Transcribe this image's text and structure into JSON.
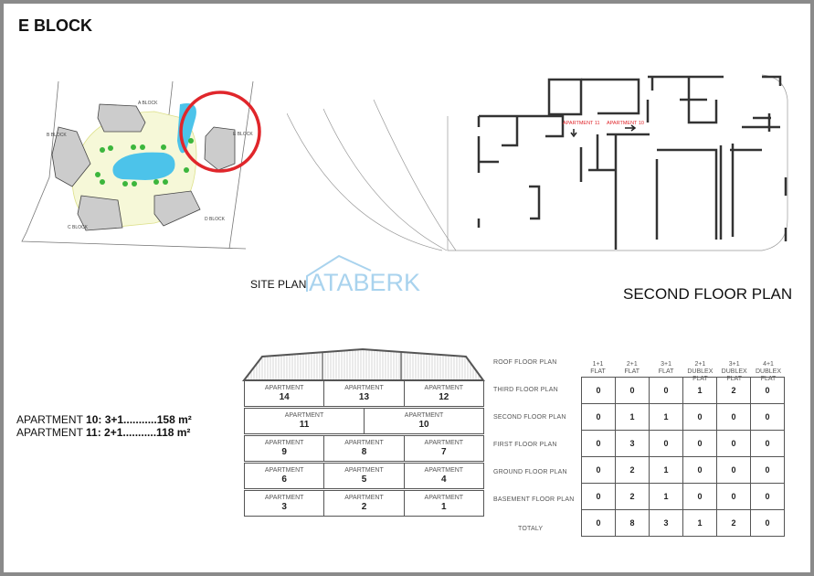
{
  "title": "E BLOCK",
  "site_plan": {
    "label": "SITE PLAN",
    "blocks": [
      "A BLOCK",
      "B BLOCK",
      "C BLOCK",
      "D BLOCK",
      "E BLOCK"
    ],
    "highlight_color": "#e0262b",
    "pool_color": "#4cc3ea"
  },
  "logo_text": "ATABERK",
  "floor_plan": {
    "title": "SECOND FLOOR PLAN",
    "apartment_labels": [
      "APARTMENT 11",
      "APARTMENT 10"
    ]
  },
  "apartment_info": [
    {
      "prefix": "APARTMENT ",
      "bold": "11: 2+1",
      "dots": "...........",
      "area": "118 m²",
      "label_num": "10: 3+1",
      "area10": "158 m²"
    }
  ],
  "apt_lines": {
    "line1_prefix": "APARTMENT ",
    "line1_bold": "10: 3+1...........158 m²",
    "line2_prefix": "APARTMENT ",
    "line2_bold": "11: 2+1...........118 m²"
  },
  "stack": {
    "word": "APARTMENT",
    "rows": [
      [
        "14",
        "13",
        "12"
      ],
      [
        "11",
        "10"
      ],
      [
        "9",
        "8",
        "7"
      ],
      [
        "6",
        "5",
        "4"
      ],
      [
        "3",
        "2",
        "1"
      ]
    ]
  },
  "table": {
    "columns": [
      [
        "1+1",
        "FLAT"
      ],
      [
        "2+1",
        "FLAT"
      ],
      [
        "3+1",
        "FLAT"
      ],
      [
        "2+1",
        "DUBLEX FLAT"
      ],
      [
        "3+1",
        "DUBLEX FLAT"
      ],
      [
        "4+1",
        "DUBLEX FLAT"
      ]
    ],
    "roof_label": "ROOF FLOOR PLAN",
    "rows": [
      {
        "label": "THIRD FLOOR PLAN",
        "values": [
          "0",
          "0",
          "0",
          "1",
          "2",
          "0"
        ]
      },
      {
        "label": "SECOND FLOOR PLAN",
        "values": [
          "0",
          "1",
          "1",
          "0",
          "0",
          "0"
        ]
      },
      {
        "label": "FIRST FLOOR PLAN",
        "values": [
          "0",
          "3",
          "0",
          "0",
          "0",
          "0"
        ]
      },
      {
        "label": "GROUND FLOOR PLAN",
        "values": [
          "0",
          "2",
          "1",
          "0",
          "0",
          "0"
        ]
      },
      {
        "label": "BASEMENT FLOOR PLAN",
        "values": [
          "0",
          "2",
          "1",
          "0",
          "0",
          "0"
        ]
      },
      {
        "label": "TOTALY",
        "values": [
          "0",
          "8",
          "3",
          "1",
          "2",
          "0"
        ]
      }
    ]
  }
}
